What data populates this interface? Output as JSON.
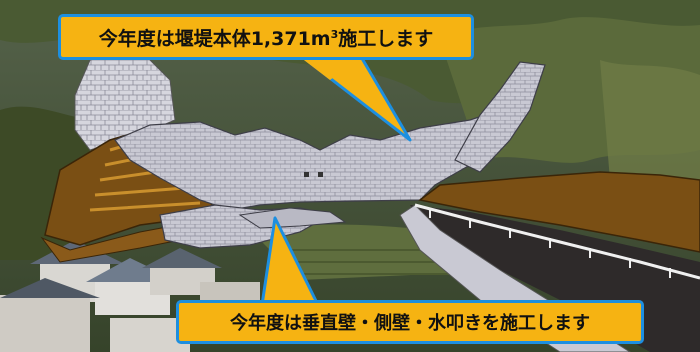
{
  "callouts": {
    "top": {
      "text_before": "今年度は堰堤本体1,371m",
      "superscript": "3",
      "text_after": "施工します"
    },
    "bottom": {
      "text": "今年度は垂直壁・側壁・水叩きを施工します"
    }
  },
  "colors": {
    "callout_fill": "#f6b312",
    "callout_border": "#1d8fe0",
    "masonry": "#c9c9d3",
    "earth_fill": "#7a4f14",
    "road": "#2e2a2a",
    "guardrail": "#f0f0f0",
    "forest": "#3f4f2a"
  },
  "icons": {
    "top_pointer": "callout-pointer",
    "bottom_pointer": "callout-pointer"
  }
}
